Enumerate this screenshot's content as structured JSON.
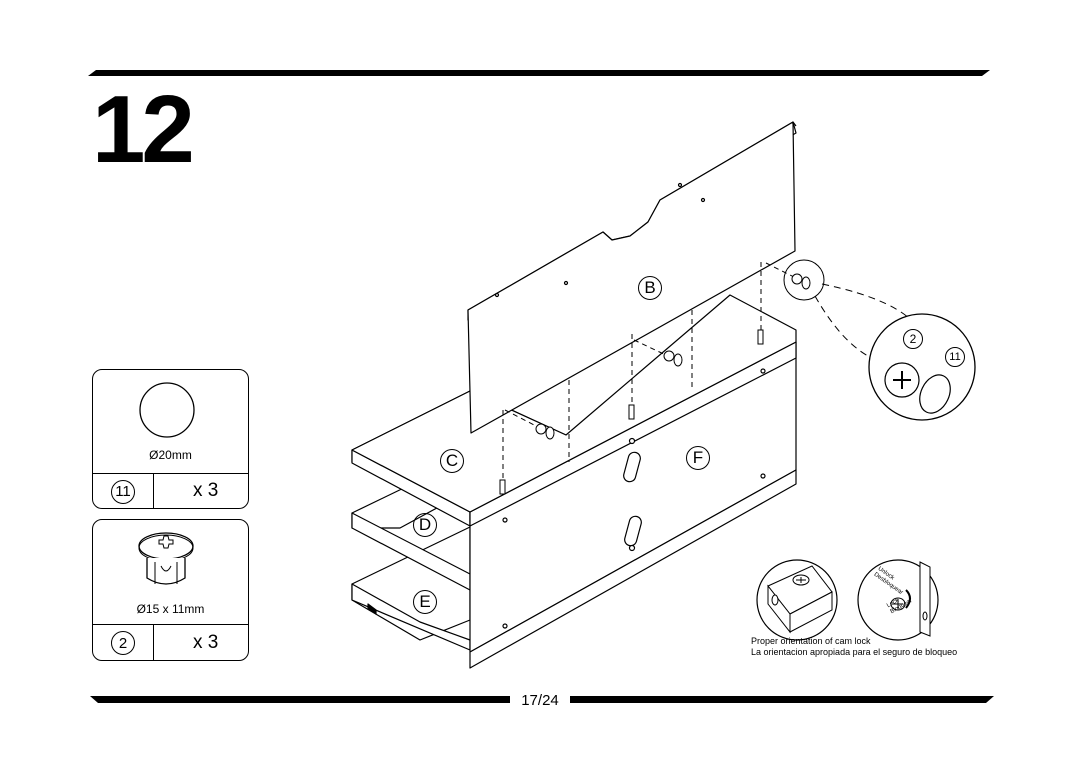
{
  "step": {
    "number": "12"
  },
  "footer": {
    "page": "17/24"
  },
  "parts": [
    {
      "id": "11",
      "dimension": "Ø20mm",
      "quantity": "x 3",
      "icon": "cap-disc-icon"
    },
    {
      "id": "2",
      "dimension": "Ø15 x 11mm",
      "quantity": "x 3",
      "icon": "cam-lock-icon"
    }
  ],
  "panels": {
    "b": "B",
    "c": "C",
    "d": "D",
    "e": "E",
    "f": "F"
  },
  "detail_callout": {
    "part_a": "2",
    "part_b": "11"
  },
  "cam_lock_note": {
    "unlock_label": "Unlock",
    "unlock_label_es": "Desbloquear",
    "lock_label": "Lock",
    "lock_label_es": "Bloquear",
    "caption_en": "Proper orientation of cam lock",
    "caption_es": "La orientacion apropiada para el seguro de bloqueo"
  }
}
